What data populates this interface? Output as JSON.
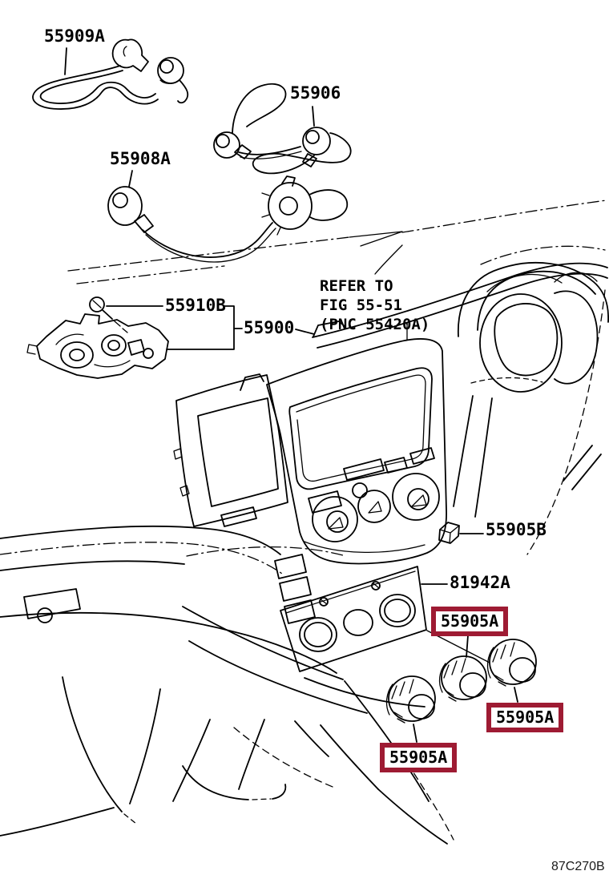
{
  "figure": {
    "code": "87C270B"
  },
  "colors": {
    "highlight": "#9E1B33",
    "line": "#000000",
    "background": "#FFFFFF"
  },
  "note": {
    "line1": "REFER TO",
    "line2": "FIG 55-51",
    "line3": "(PNC 55420A)"
  },
  "parts": [
    {
      "number": "55909A",
      "highlighted": false
    },
    {
      "number": "55906",
      "highlighted": false
    },
    {
      "number": "55908A",
      "highlighted": false
    },
    {
      "number": "55910B",
      "highlighted": false
    },
    {
      "number": "55900",
      "highlighted": false
    },
    {
      "number": "55905B",
      "highlighted": false
    },
    {
      "number": "81942A",
      "highlighted": false
    },
    {
      "number": "55905A",
      "highlighted": true
    }
  ]
}
